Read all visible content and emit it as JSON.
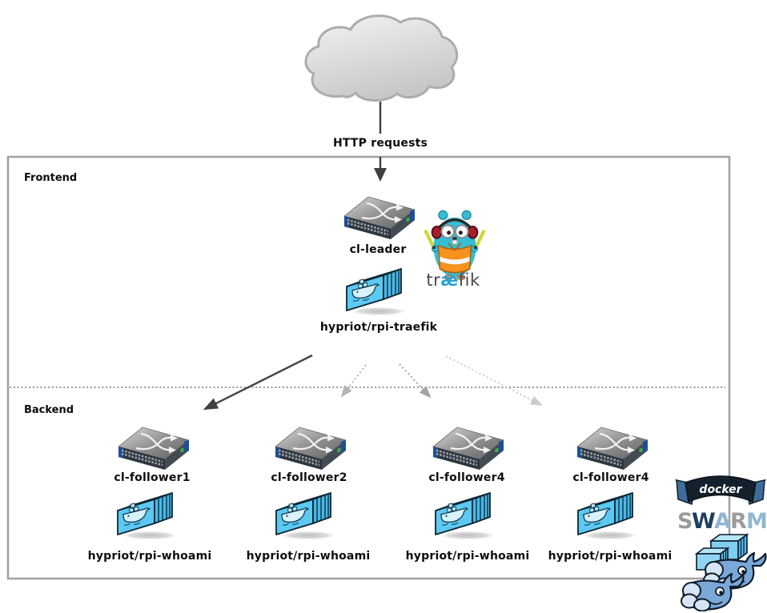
{
  "diagram": {
    "http_label": "HTTP requests",
    "frontend_label": "Frontend",
    "backend_label": "Backend"
  },
  "leader": {
    "node_label": "cl-leader",
    "image_label": "hypriot/rpi-traefik"
  },
  "traefik": {
    "word_pre": "tr",
    "word_ae": "æ",
    "word_post": "fik"
  },
  "followers": [
    {
      "node_label": "cl-follower1",
      "image_label": "hypriot/rpi-whoami"
    },
    {
      "node_label": "cl-follower2",
      "image_label": "hypriot/rpi-whoami"
    },
    {
      "node_label": "cl-follower4",
      "image_label": "hypriot/rpi-whoami"
    },
    {
      "node_label": "cl-follower4",
      "image_label": "hypriot/rpi-whoami"
    }
  ],
  "swarm": {
    "banner_word": "docker",
    "letters": [
      {
        "ch": "S",
        "color": "#9b9b9b"
      },
      {
        "ch": "W",
        "color": "#1d3e5e"
      },
      {
        "ch": "A",
        "color": "#93b6d1"
      },
      {
        "ch": "R",
        "color": "#9b9b9b"
      },
      {
        "ch": "M",
        "color": "#8fb8d4"
      }
    ]
  },
  "icons": {
    "cloud": "cloud-icon",
    "switch": "network-switch-icon",
    "container": "docker-container-icon",
    "traefik_gopher": "traefik-gopher-logo",
    "swarm_logo": "docker-swarm-logo"
  },
  "colors": {
    "box_border": "#a0a0a0",
    "divider_dotted": "#9e9e9e",
    "arrow_solid": "#3f3f3f",
    "arrow_dotted_mid": "#a3a3a3",
    "arrow_dotted_light": "#b5b5b5",
    "arrow_dotted_lightest": "#cccccc",
    "container_blue": "#5bc9f2",
    "switch_stripe_blue": "#1e4f93",
    "traefik_teal": "#35bdd3",
    "traefik_vest_orange": "#f6921e",
    "swarm_navy": "#15202d"
  }
}
